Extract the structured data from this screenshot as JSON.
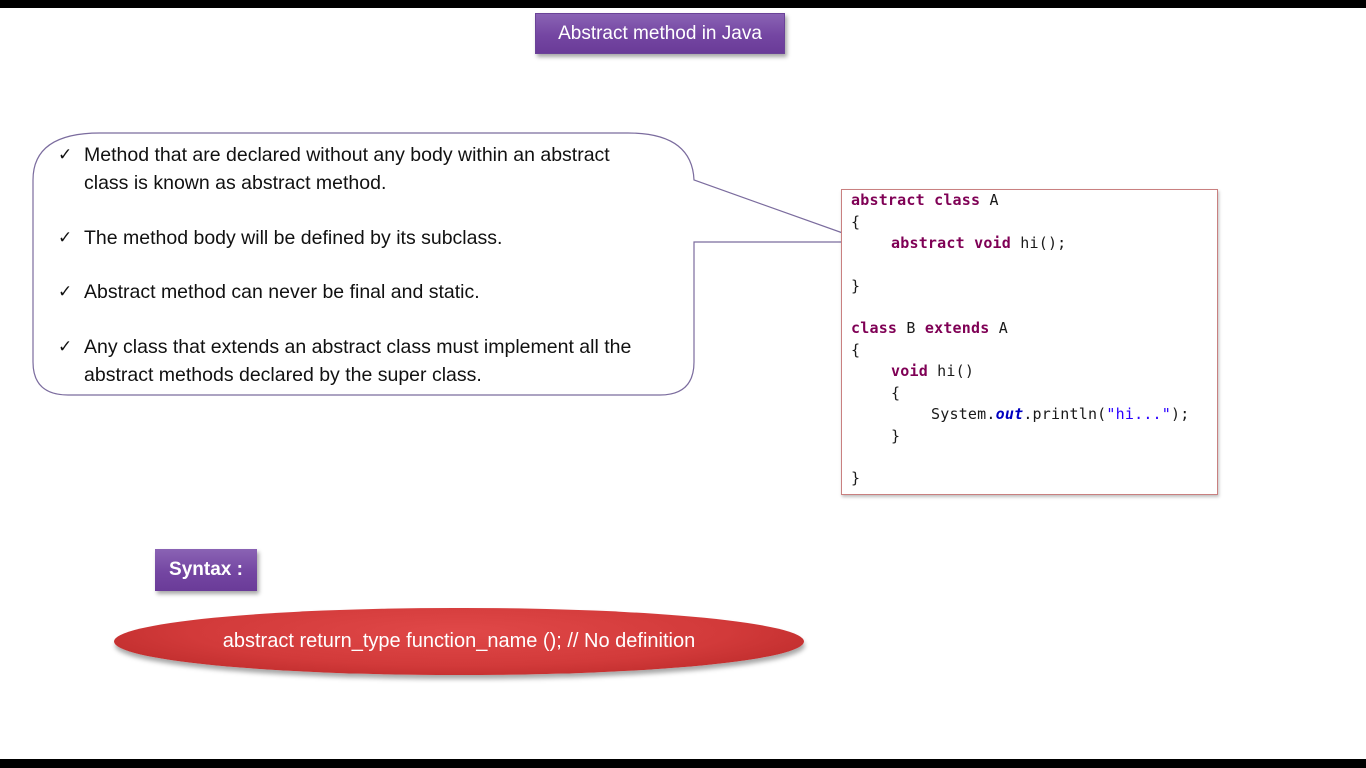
{
  "slide": {
    "title": "Abstract method in Java",
    "bullets": [
      {
        "icon": "check-icon",
        "glyph": "✓",
        "lines": [
          "Method that are declared without any body within an abstract",
          "class is known as abstract method."
        ]
      },
      {
        "icon": "check-icon",
        "glyph": "✓",
        "lines": [
          "The method body will be defined by its subclass."
        ]
      },
      {
        "icon": "check-icon",
        "glyph": "✓",
        "lines": [
          "Abstract method can never be final and static."
        ]
      },
      {
        "icon": "check-icon",
        "glyph": "✓",
        "lines": [
          "Any class that extends an abstract class must implement all the",
          "abstract methods declared by the super class."
        ]
      }
    ],
    "code": {
      "line1_kw1": "abstract",
      "line1_kw2": "class",
      "line1_rest": " A",
      "line2": "{",
      "line3_kw1": "abstract",
      "line3_kw2": "void",
      "line3_rest": " hi();",
      "line4": "}",
      "line5_kw1": "class",
      "line5_mid": " B ",
      "line5_kw2": "extends",
      "line5_rest": " A",
      "line6": "{",
      "line7_kw": "void",
      "line7_rest": " hi()",
      "line8": "{",
      "line9_pre": "System.",
      "line9_field": "out",
      "line9_mid": ".println(",
      "line9_str": "\"hi...\"",
      "line9_end": ");",
      "line10": "}",
      "line11": "}"
    },
    "syntax_label": "Syntax :",
    "syntax_text": "abstract return_type function_name (); // No definition"
  },
  "colors": {
    "purple": "#7446a2",
    "red": "#d23a3a",
    "keyword": "#7f0055",
    "string": "#2a00ff",
    "field": "#0000c0",
    "callout_border": "#7b6c9e"
  }
}
